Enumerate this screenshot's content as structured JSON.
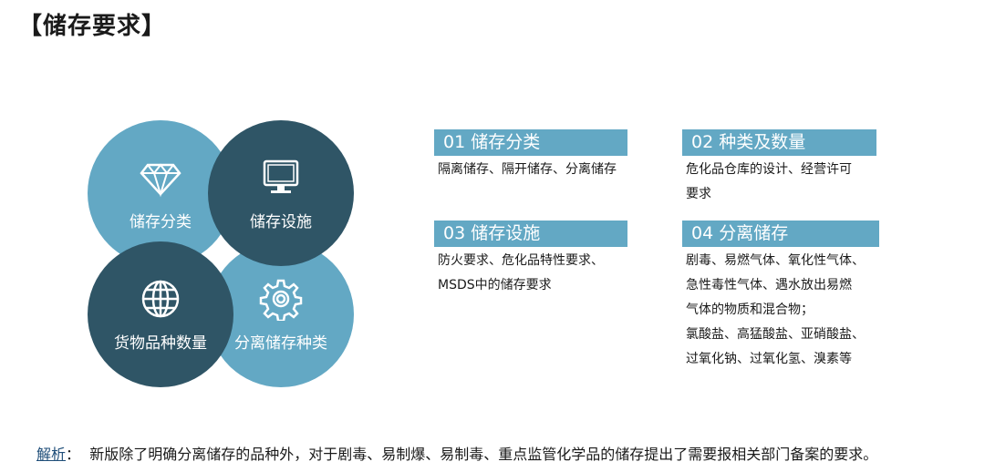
{
  "title": "【储存要求】",
  "circles": [
    {
      "label": "储存分类",
      "icon": "diamond-icon"
    },
    {
      "label": "储存设施",
      "icon": "monitor-icon"
    },
    {
      "label": "货物品种数量",
      "icon": "globe-icon"
    },
    {
      "label": "分离储存种类",
      "icon": "gear-icon"
    }
  ],
  "sections": [
    {
      "header": "01 储存分类",
      "lines": [
        "隔离储存、隔开储存、分离储存"
      ]
    },
    {
      "header": "02 种类及数量",
      "lines": [
        "危化品仓库的设计、经营许可",
        "要求"
      ]
    },
    {
      "header": "03 储存设施",
      "lines": [
        "防火要求、危化品特性要求、",
        "MSDS中的储存要求"
      ]
    },
    {
      "header": "04 分离储存",
      "lines": [
        "剧毒、易燃气体、氧化性气体、",
        "急性毒性气体、遇水放出易燃",
        "气体的物质和混合物；",
        "氯酸盐、高猛酸盐、亚硝酸盐、",
        "过氧化钠、过氧化氢、溴素等"
      ]
    }
  ],
  "analysis": {
    "tag": "解析",
    "sep": "：",
    "text": "新版除了明确分离储存的品种外，对于剧毒、易制爆、易制毒、重点监管化学品的储存提出了需要报相关部门备案的要求。"
  },
  "colors": {
    "light": "#63a8c4",
    "dark": "#2f5566"
  }
}
